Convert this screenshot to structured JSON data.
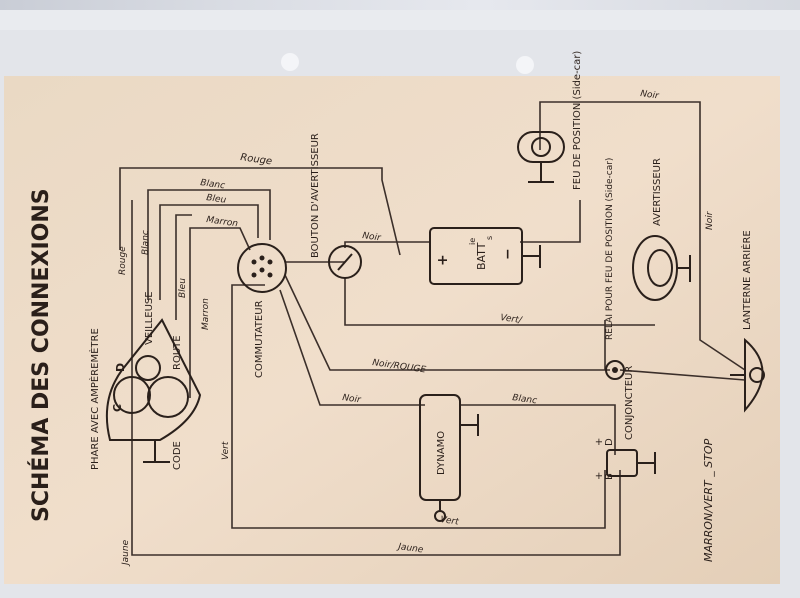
{
  "title": "SCHÉMA DES CONNEXIONS",
  "components": {
    "phare": "PHARE AVEC AMPÈREMÈTRE",
    "veilleuse": "VEILLEUSE",
    "route": "ROUTE",
    "code": "CODE",
    "commutateur": "COMMUTATEUR",
    "bouton": "BOUTON D'AVERTISSEUR",
    "batterie": "BATT",
    "batterie_sup": "ie",
    "batterie_sub": "s",
    "plus": "+",
    "minus": "−",
    "dynamo": "DYNAMO",
    "conjoncteur": "CONJONCTEUR",
    "feu": "FEU DE POSITION (Side-car)",
    "avertisseur": "AVERTISSEUR",
    "relai": "RELAI POUR FEU DE POSITION (Side-car)",
    "lanterne": "LANTERNE ARRIÈRE"
  },
  "letters": {
    "c": "C",
    "d_phare": "D",
    "plus_b": "+",
    "b": "B",
    "plus_d": "+",
    "d": "D"
  },
  "wires": {
    "rouge_top": "Rouge",
    "blanc_top": "Blanc",
    "bleu_top": "Bleu",
    "marron_top": "Marron",
    "noir_bouton": "Noir",
    "rouge_left": "Rouge",
    "blanc_left": "Blanc",
    "bleu_left": "Bleu",
    "marron_left": "Marron",
    "vert_left": "Vert",
    "jaune_left": "Jaune",
    "vert_bottom": "Vert",
    "jaune_bottom": "Jaune",
    "noir_dynamo": "Noir",
    "blanc_dynamo": "Blanc",
    "noir_rouge": "Noir/ROUGE",
    "vert_rouge": "Vert/",
    "noir_feu": "Noir",
    "noir_right": "Noir"
  },
  "handwritten": "MARRON/VERT _ STOP"
}
